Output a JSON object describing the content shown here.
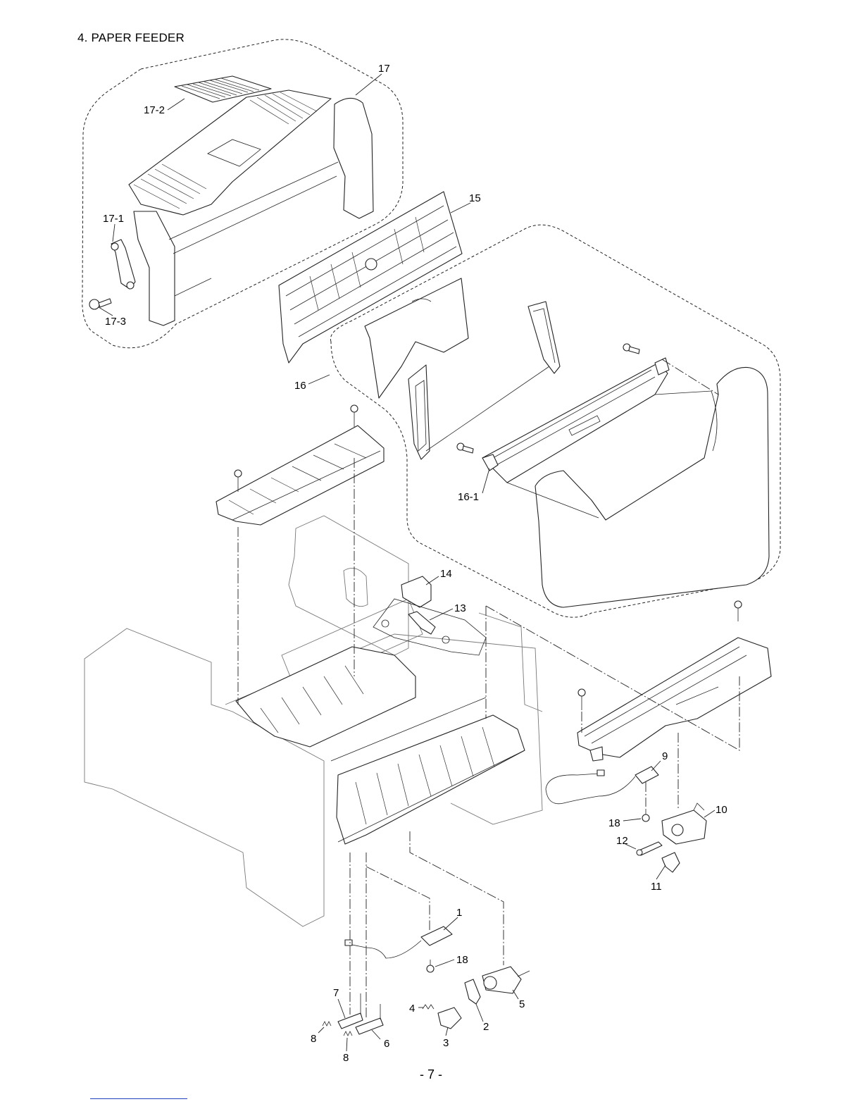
{
  "title": "4. PAPER FEEDER",
  "page_number": "- 7 -",
  "accent_color": "#1f3fbf",
  "callouts": [
    "17",
    "17-2",
    "17-1",
    "17-3",
    "15",
    "16",
    "16-1",
    "14",
    "13",
    "9",
    "10",
    "18",
    "12",
    "11",
    "1",
    "18",
    "7",
    "4",
    "5",
    "2",
    "3",
    "8",
    "8",
    "6"
  ]
}
